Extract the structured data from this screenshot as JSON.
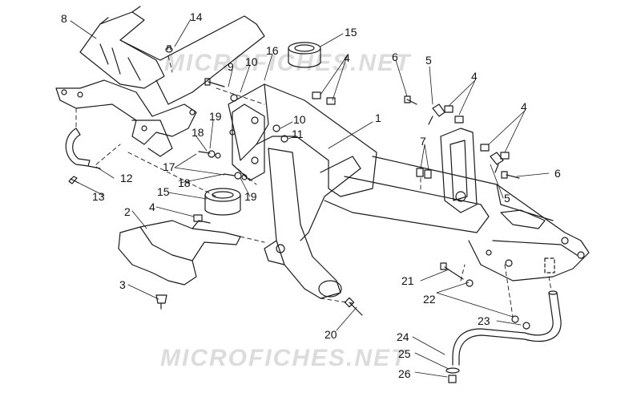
{
  "watermarks": {
    "top": "MICROFICHES.NET",
    "bottom": "MICROFICHES.NET"
  },
  "callouts": {
    "c8": "8",
    "c14": "14",
    "c15a": "15",
    "c16": "16",
    "c9": "9",
    "c10a": "10",
    "c4a": "4",
    "c6a": "6",
    "c5a": "5",
    "c4b": "4",
    "c4c": "4",
    "c1": "1",
    "c19a": "19",
    "c10b": "10",
    "c18a": "18",
    "c11": "11",
    "c17": "17",
    "c7": "7",
    "c18b": "18",
    "c19b": "19",
    "c15b": "15",
    "c12": "12",
    "c13": "13",
    "c2": "2",
    "c4d": "4",
    "c6b": "6",
    "c5b": "5",
    "c3": "3",
    "c21": "21",
    "c22": "22",
    "c23": "23",
    "c20": "20",
    "c24": "24",
    "c25": "25",
    "c26": "26"
  }
}
